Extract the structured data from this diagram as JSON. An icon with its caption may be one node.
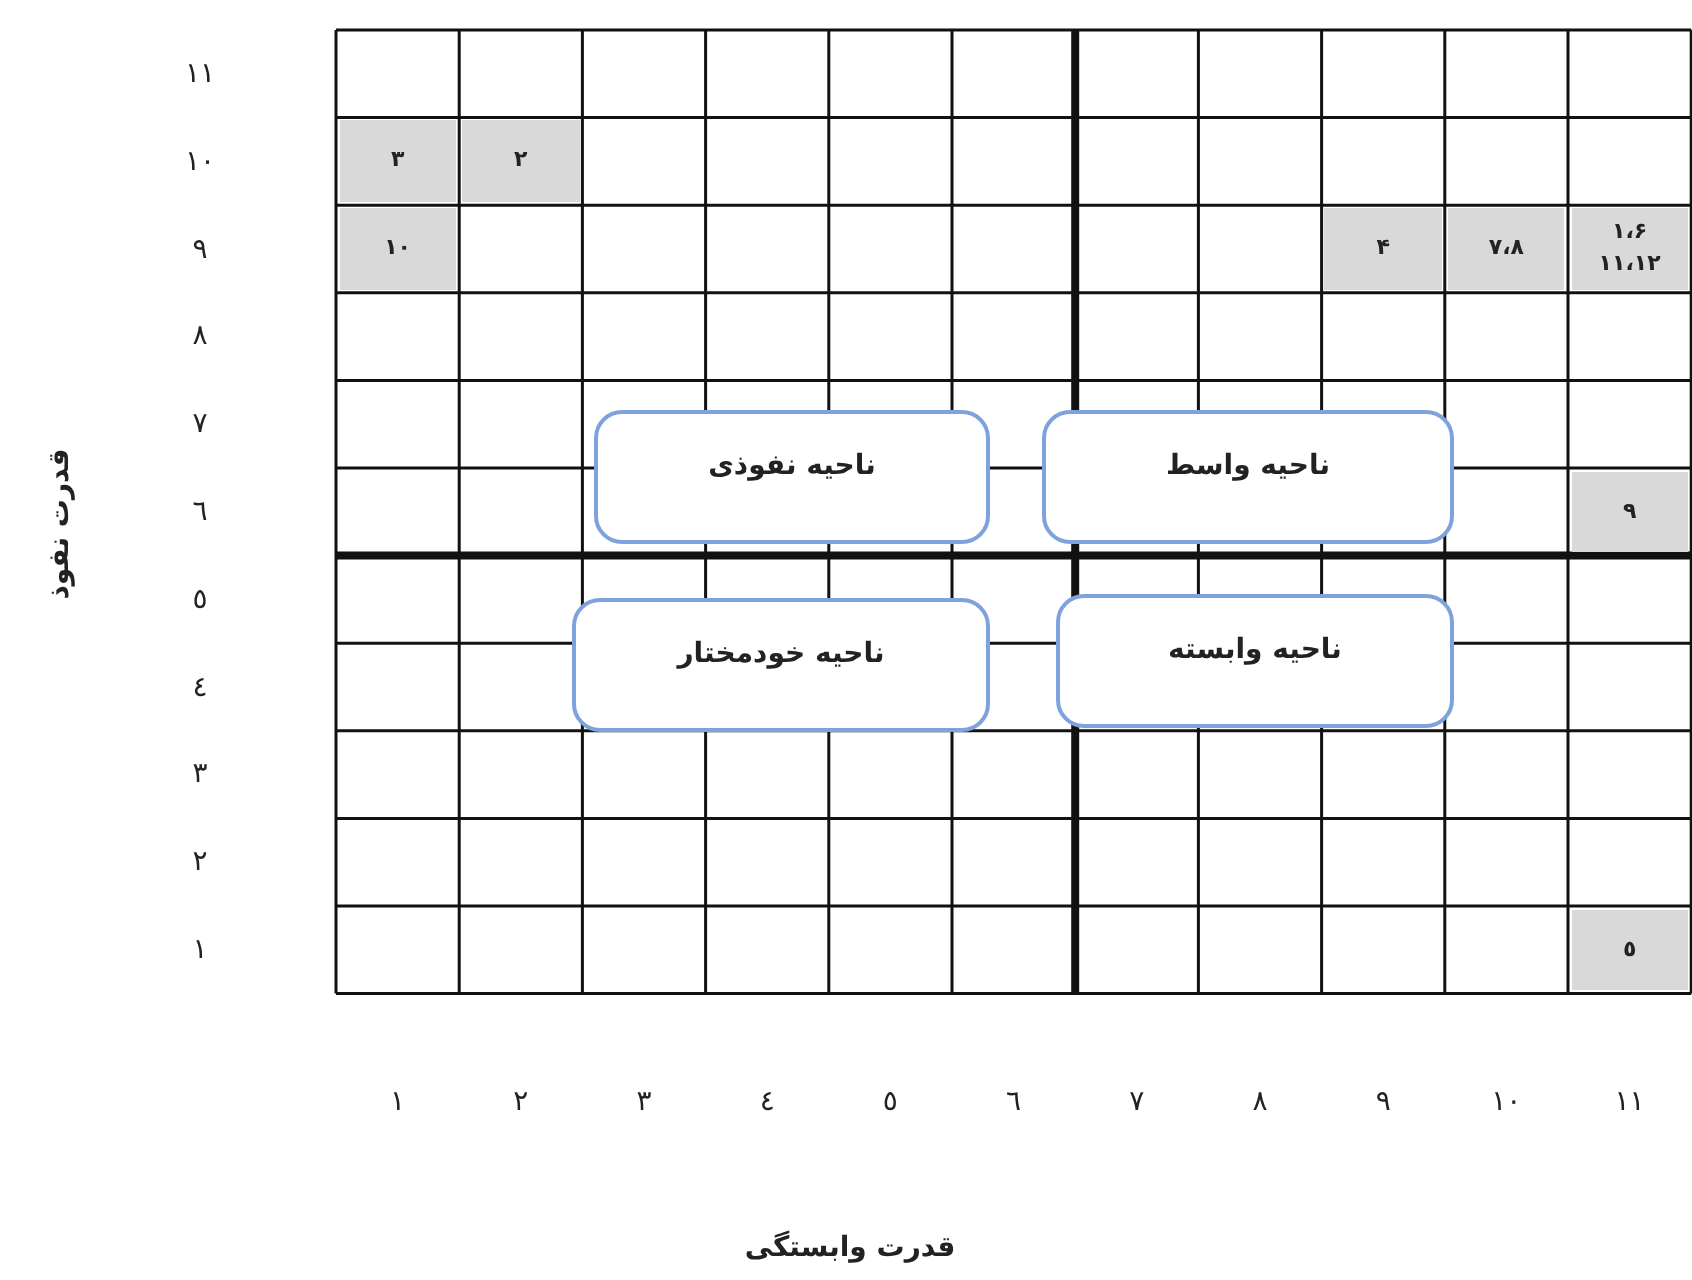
{
  "diagram": {
    "nodes": [
      {
        "text": [
          "ناحیه نفوذی"
        ]
      },
      {
        "text": [
          "ناحیه واسط"
        ]
      },
      {
        "text": [
          "ناحیه خودمختار"
        ]
      },
      {
        "text": [
          "ناحیه وابسته"
        ]
      }
    ],
    "labels": [
      "١١",
      "١٠",
      "٣",
      "٢",
      "٩",
      "١٠",
      "۴",
      "٧،٨",
      "١،۶ ١١،١٢",
      "٨",
      "٧",
      "٦",
      "٩",
      "٥",
      "٤",
      "٣",
      "٢",
      "١",
      "٥",
      "١",
      "٢",
      "٣",
      "٤",
      "٥",
      "٦",
      "٧",
      "٨",
      "٩",
      "١٠",
      "١١",
      "قدرت نفوذ",
      "قدرت وابستگی"
    ]
  }
}
